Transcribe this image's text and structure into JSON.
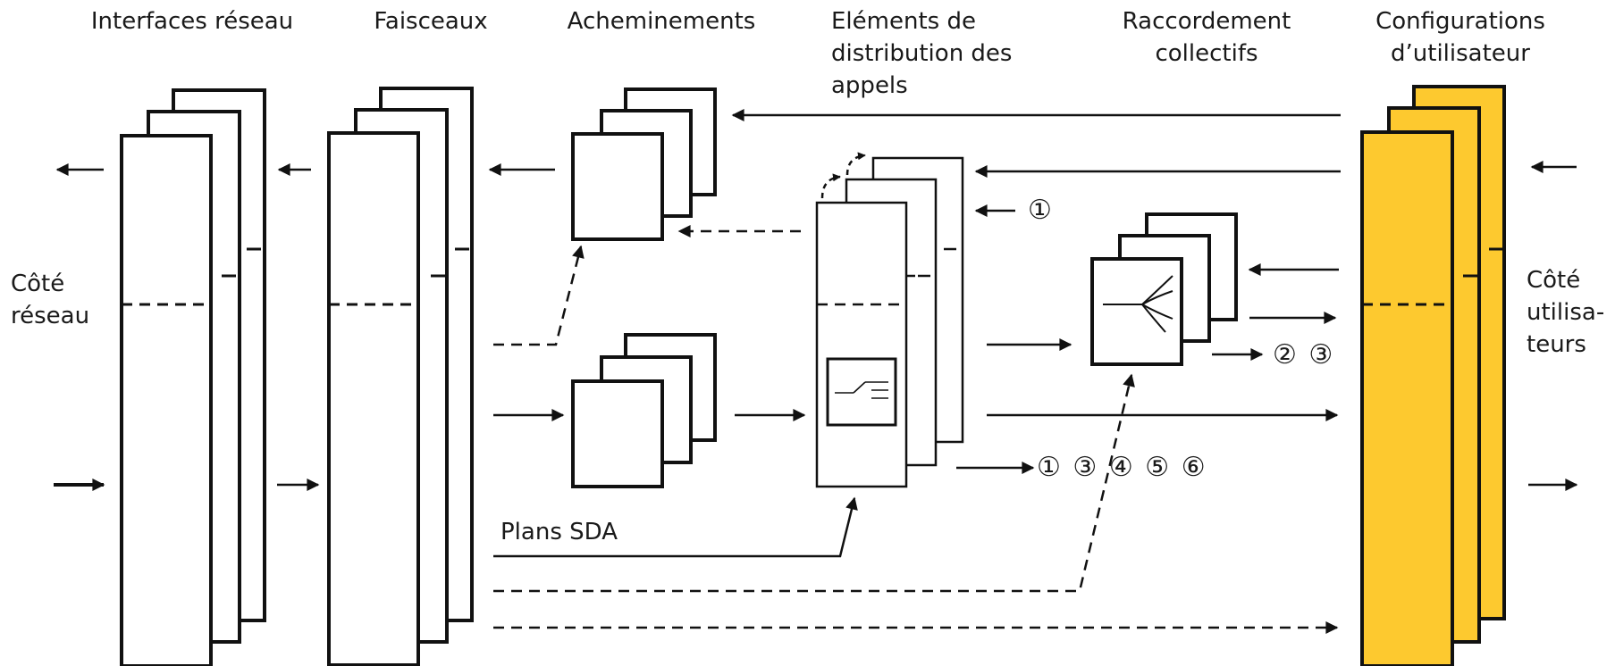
{
  "columns": [
    {
      "id": "network-interfaces",
      "title": "Interfaces réseau"
    },
    {
      "id": "trunks",
      "title": "Faisceaux"
    },
    {
      "id": "routings",
      "title": "Acheminements"
    },
    {
      "id": "call-distribution",
      "title_lines": [
        "Eléments de",
        "distribution des",
        "appels"
      ]
    },
    {
      "id": "group-connections",
      "title_lines": [
        "Raccordement",
        "collectifs"
      ]
    },
    {
      "id": "user-configurations",
      "title_lines": [
        "Configurations",
        "d’utilisateur"
      ]
    }
  ],
  "side_labels": {
    "network": [
      "Côté",
      "réseau"
    ],
    "users": [
      "Côté",
      "utilisa-",
      "teurs"
    ]
  },
  "did_plans_label": "Plans SDA",
  "markers": {
    "call_distribution_in": "①",
    "group_out": "② ③",
    "call_distribution_out": "① ③ ④ ⑤ ⑥"
  },
  "colors": {
    "line": "#111111",
    "box_fill": "#ffffff",
    "user_config_fill": "#fdc92f"
  }
}
